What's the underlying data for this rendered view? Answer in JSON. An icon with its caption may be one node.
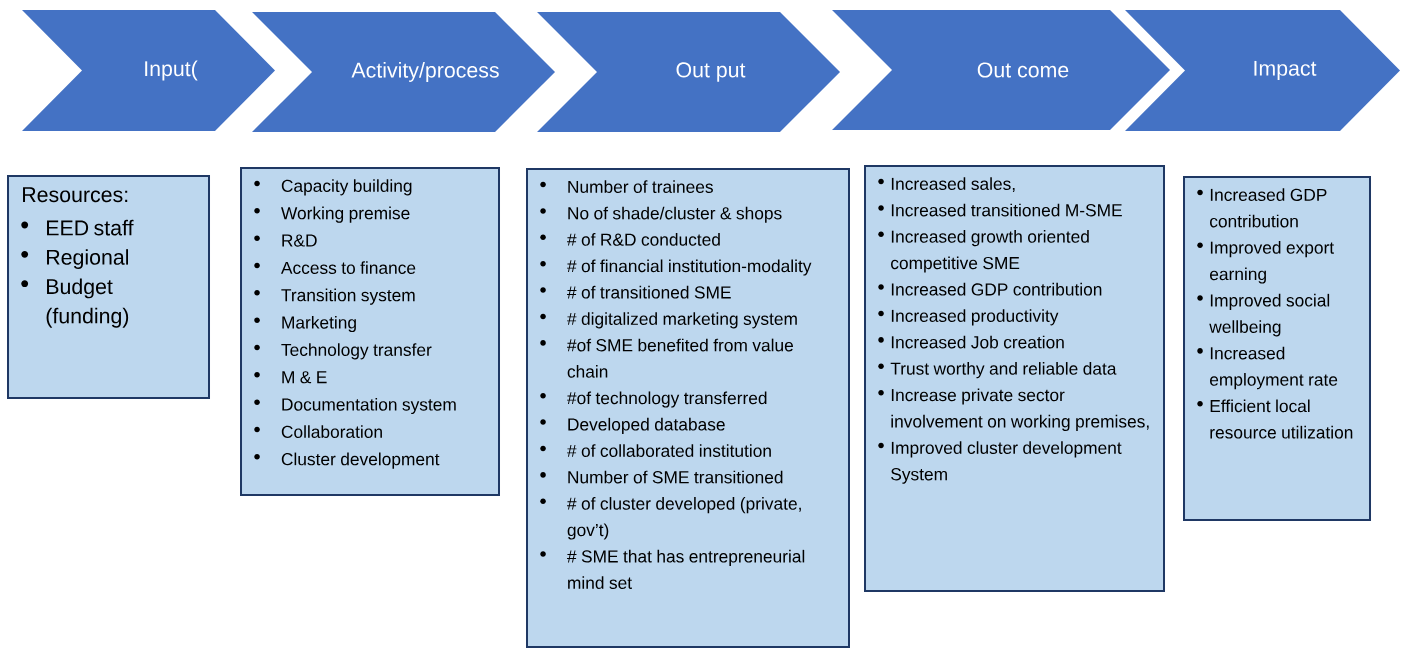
{
  "diagram": {
    "nodes": [
      {
        "text": [
          "Input("
        ]
      },
      {
        "text": [
          "Activity/process"
        ]
      },
      {
        "text": [
          "Out put"
        ]
      },
      {
        "text": [
          "Out come"
        ]
      },
      {
        "text": [
          "Impact"
        ]
      },
      {
        "text": [
          "Resources:",
          "EED staff",
          "Regional",
          "Budget (funding)"
        ]
      },
      {
        "text": [
          "Capacity building",
          "Working premise",
          "R&D",
          "Access to finance",
          "Transition system",
          "Marketing",
          "Technology transfer",
          "M & E",
          "Documentation system",
          "Collaboration",
          "Cluster development"
        ]
      },
      {
        "text": [
          "Number of trainees",
          "No of shade/cluster & shops",
          "# of R&D conducted",
          "# of financial institution-modality",
          "# of transitioned SME",
          "# digitalized marketing system",
          "#of SME benefited from value chain",
          "#of technology transferred",
          "Developed database",
          "# of collaborated institution",
          "Number of SME transitioned",
          "# of cluster developed (private, gov’t)",
          "# SME that has entrepreneurial mind set"
        ]
      },
      {
        "text": [
          "Increased sales,",
          "Increased transitioned M-SME",
          "Increased growth oriented competitive SME",
          "Increased GDP contribution",
          "Increased productivity",
          "Increased Job creation",
          "Trust worthy and reliable data",
          "Increase private sector involvement on working premises,",
          "Improved cluster development System"
        ]
      },
      {
        "text": [
          "Increased GDP contribution",
          "Improved export earning",
          "Improved social wellbeing",
          "Increased employment rate",
          "Efficient local resource utilization"
        ]
      }
    ]
  }
}
